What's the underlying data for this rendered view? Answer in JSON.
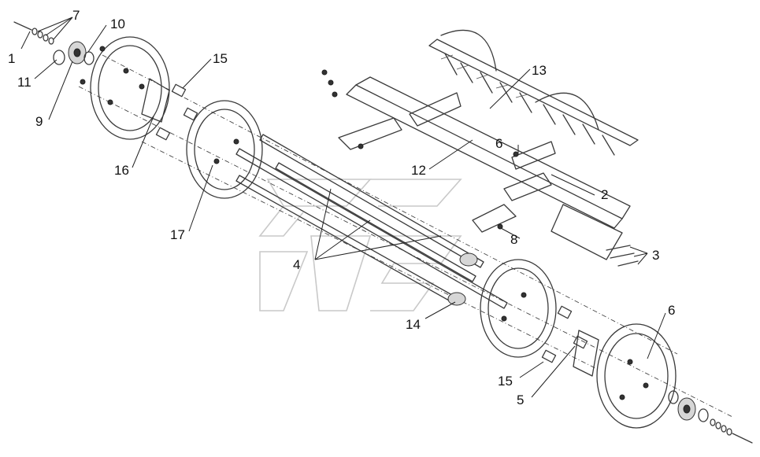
{
  "diagram": {
    "callouts": [
      {
        "key": "c1",
        "text": "1"
      },
      {
        "key": "c7",
        "text": "7"
      },
      {
        "key": "c10",
        "text": "10"
      },
      {
        "key": "c11",
        "text": "11"
      },
      {
        "key": "c9",
        "text": "9"
      },
      {
        "key": "c15a",
        "text": "15"
      },
      {
        "key": "c16",
        "text": "16"
      },
      {
        "key": "c17",
        "text": "17"
      },
      {
        "key": "c13",
        "text": "13"
      },
      {
        "key": "c6a",
        "text": "6"
      },
      {
        "key": "c12",
        "text": "12"
      },
      {
        "key": "c2",
        "text": "2"
      },
      {
        "key": "c8",
        "text": "8"
      },
      {
        "key": "c3",
        "text": "3"
      },
      {
        "key": "c4",
        "text": "4"
      },
      {
        "key": "c14",
        "text": "14"
      },
      {
        "key": "c6b",
        "text": "6"
      },
      {
        "key": "c15b",
        "text": "15"
      },
      {
        "key": "c5",
        "text": "5"
      }
    ]
  }
}
